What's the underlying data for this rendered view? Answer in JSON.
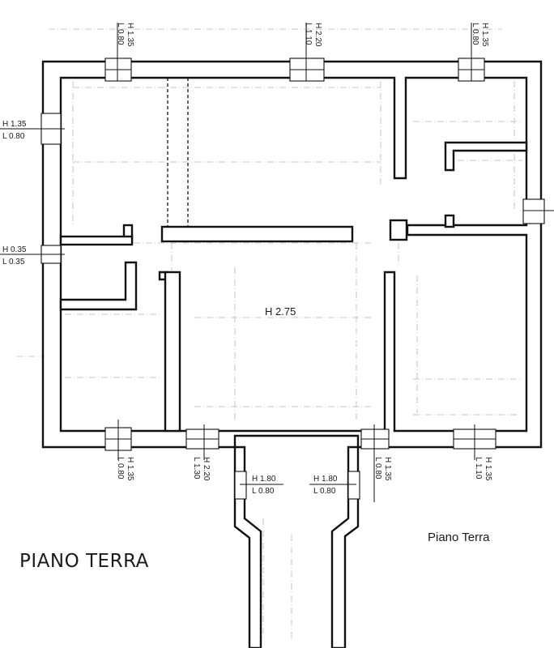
{
  "plan": {
    "title": "PIANO TERRA",
    "subtitle": "Piano Terra",
    "room_height": "H 2.75",
    "openings": [
      {
        "h": "H 1.35",
        "l": "L 0.80"
      },
      {
        "h": "H 2.20",
        "l": "L 1.10"
      },
      {
        "h": "H 1.35",
        "l": "L 0.80"
      },
      {
        "h": "H 1.35",
        "l": "L 0.80"
      },
      {
        "h": "H 0.35",
        "l": "L 0.35"
      },
      {
        "h": "H 1.35",
        "l": "L 0.80"
      },
      {
        "h": "H 2.20",
        "l": "L 1.30"
      },
      {
        "h": "H 1.35",
        "l": "L 0.80"
      },
      {
        "h": "H 1.35",
        "l": "L 1.10"
      },
      {
        "h": "H 1.80",
        "l": "L 0.80"
      },
      {
        "h": "H 1.80",
        "l": "L 0.80"
      }
    ]
  }
}
